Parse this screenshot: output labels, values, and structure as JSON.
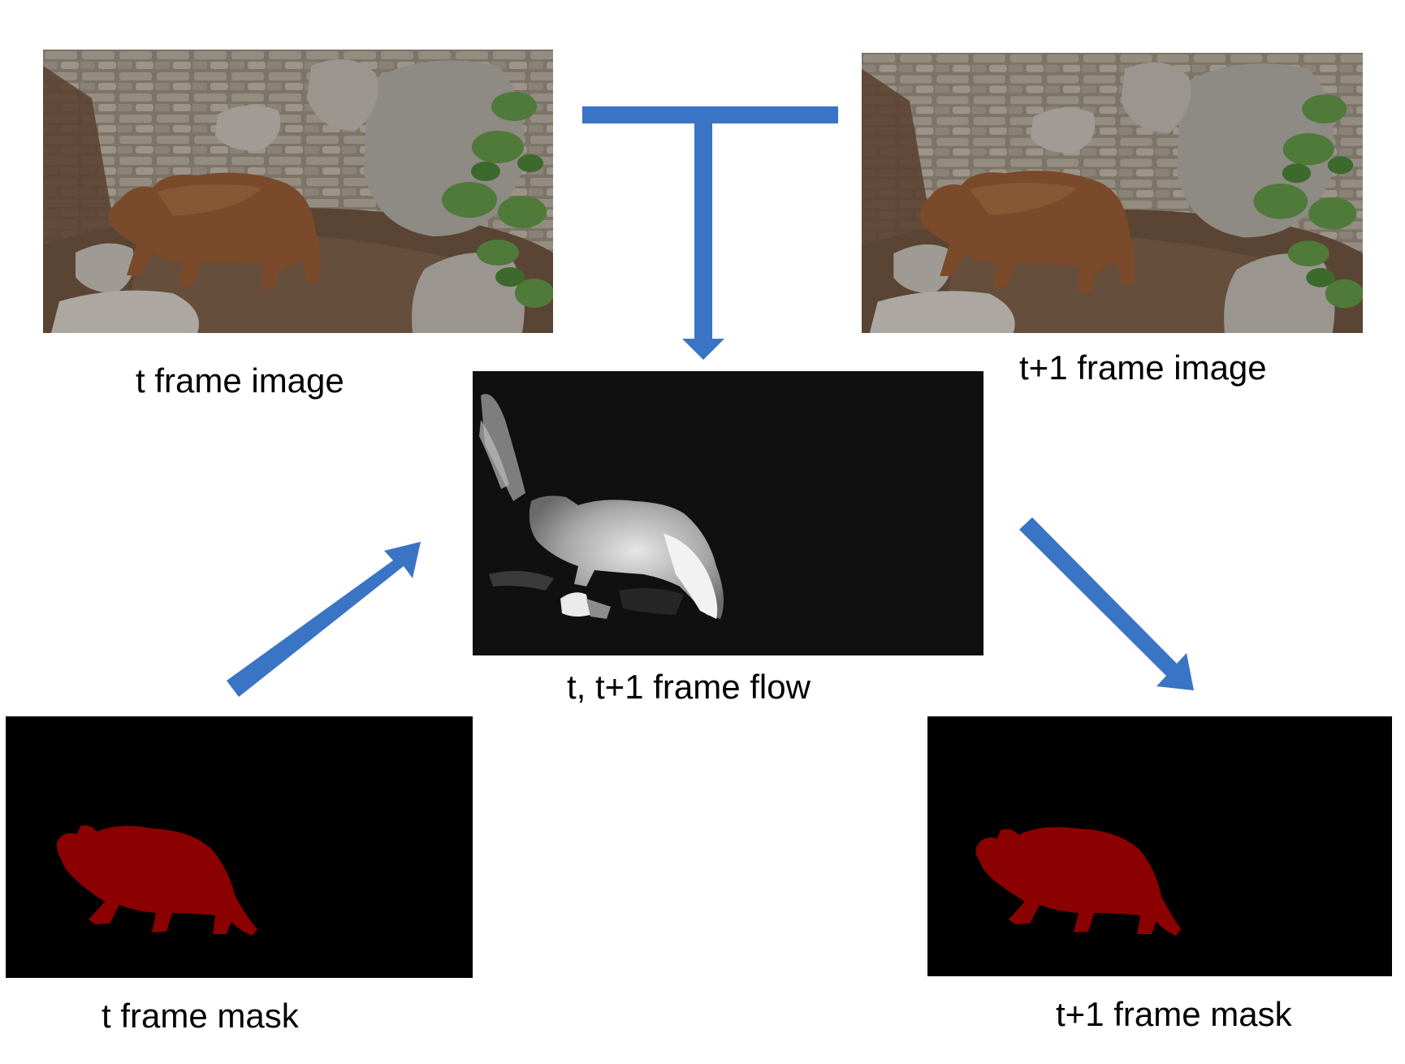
{
  "labels": {
    "t_frame_image": "t frame image",
    "t1_frame_image": "t+1 frame image",
    "flow": "t, t+1 frame flow",
    "t_frame_mask": "t frame mask",
    "t1_frame_mask": "t+1 frame mask"
  },
  "colors": {
    "arrow": "#3a74c4",
    "mask_bg": "#000000",
    "mask_fg": "#8b0000",
    "flow_bg": "#0a0a0a",
    "bear": "#7a4a2a",
    "rock": "#8e8a84",
    "wall": "#7c7468",
    "ground": "#5a4434",
    "foliage": "#4f7a3a"
  }
}
